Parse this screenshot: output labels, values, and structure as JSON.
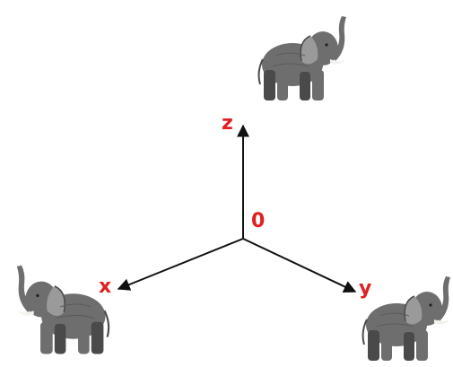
{
  "diagram": {
    "origin_label": "0",
    "axes": [
      {
        "id": "z",
        "label": "z"
      },
      {
        "id": "x",
        "label": "x"
      },
      {
        "id": "y",
        "label": "y"
      }
    ],
    "elephants": [
      {
        "id": "top",
        "faces": "right"
      },
      {
        "id": "left",
        "faces": "left"
      },
      {
        "id": "right",
        "faces": "right"
      }
    ],
    "colors": {
      "label": "#e02020",
      "axis": "#111111",
      "elephant_body": "#6e6e6e",
      "elephant_shadow": "#4a4a4a",
      "elephant_light": "#9a9a9a",
      "tusk": "#f2f2ee"
    }
  }
}
